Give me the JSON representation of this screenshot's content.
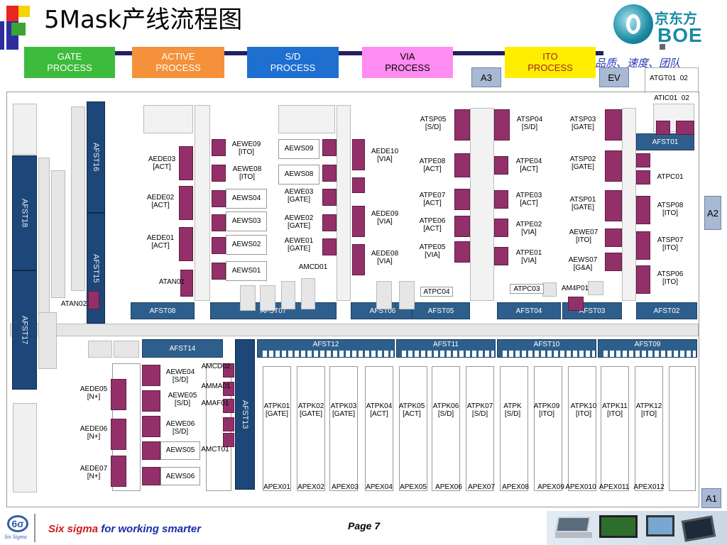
{
  "title": "5Mask产线流程图",
  "slogan": "品质、速度、团队",
  "logo": {
    "cn": "京东方",
    "en": "BOE"
  },
  "processes": [
    {
      "label": "GATE\nPROCESS",
      "color": "#3dbb3d"
    },
    {
      "label": "ACTIVE\nPROCESS",
      "color": "#f5913b"
    },
    {
      "label": "S/D\nPROCESS",
      "color": "#1f6fd1"
    },
    {
      "label": "VIA\nPROCESS",
      "color": "#ff8cf0"
    },
    {
      "label": "ITO\nPROCESS",
      "color": "#ffee00"
    }
  ],
  "tags": {
    "a3": "A3",
    "ev": "EV",
    "a2": "A2",
    "a1": "A1"
  },
  "vertical_stockers": {
    "afst16": "AFST16",
    "afst15": "AFST15",
    "afst18": "AFST18",
    "afst17": "AFST17",
    "afst13": "AFST13"
  },
  "horizontal_stockers": {
    "afst01": "AFST01",
    "afst08": "AFST08",
    "afst07": "AFST07",
    "afst06": "AFST06",
    "afst05": "AFST05",
    "afst04": "AFST04",
    "afst03": "AFST03",
    "afst02": "AFST02",
    "afst14": "AFST14",
    "afst12": "AFST12",
    "afst11": "AFST11",
    "afst10": "AFST10",
    "afst09": "AFST09"
  },
  "equipment": {
    "aede03": "AEDE03\n[ACT]",
    "aede02": "AEDE02\n[ACT]",
    "aede01": "AEDE01\n[ACT]",
    "atan01": "ATAN01",
    "atan02": "ATAN02",
    "aewe09": "AEWE09\n[ITO]",
    "aewe08": "AEWE08\n[ITO]",
    "aews04": "AEWS04",
    "aews03": "AEWS03",
    "aews02": "AEWS02",
    "aews01": "AEWS01",
    "aews09": "AEWS09",
    "aews08": "AEWS08",
    "aewe03": "AEWE03\n[GATE]",
    "aewe02": "AEWE02\n[GATE]",
    "aewe01": "AEWE01\n[GATE]",
    "amcd01": "AMCD01",
    "aede10": "AEDE10\n[VIA]",
    "aede09": "AEDE09\n[VIA]",
    "aede08": "AEDE08\n[VIA]",
    "atsp05": "ATSP05\n[S/D]",
    "atpe08": "ATPE08\n[ACT]",
    "atpe07": "ATPE07\n[ACT]",
    "atpe06": "ATPE06\n[ACT]",
    "atpe05": "ATPE05\n[VIA]",
    "atpc04": "ATPC04",
    "atsp04": "ATSP04\n[S/D]",
    "atpe04": "ATPE04\n[ACT]",
    "atpe03": "ATPE03\n[ACT]",
    "atpe02": "ATPE02\n[VIA]",
    "atpe01": "ATPE01\n[VIA]",
    "atpc03": "ATPC03",
    "atsp03": "ATSP03\n[GATE]",
    "atsp02": "ATSP02\n[GATE]",
    "atsp01": "ATSP01\n[GATE]",
    "aewe07": "AEWE07\n[ITO]",
    "aews07": "AEWS07\n[G&A]",
    "am4p01": "AM4P01",
    "atgt01": "ATGT01  02",
    "atic01": "ATIC01  02",
    "atpc01": "ATPC01",
    "atsp08": "ATSP08\n[ITO]",
    "atsp07": "ATSP07\n[ITO]",
    "atsp06": "ATSP06\n[ITO]",
    "aede05": "AEDE05\n[N+]",
    "aede06": "AEDE06\n[N+]",
    "aede07": "AEDE07\n[N+]",
    "aewe04": "AEWE04\n[S/D]",
    "aewe05": "AEWE05\n[S/D]",
    "aewe06": "AEWE06\n[S/D]",
    "aews05": "AEWS05",
    "aews06": "AEWS06",
    "amcd02": "AMCD02",
    "amma01": "AMMA01",
    "amaf01": "AMAF01",
    "amct01": "AMCT01"
  },
  "atpk": [
    {
      "label": "ATPK01\n[GATE]"
    },
    {
      "label": "ATPK02\n[GATE]"
    },
    {
      "label": "ATPK03\n[GATE]"
    },
    {
      "label": "ATPK04\n[ACT]"
    },
    {
      "label": "ATPK05\n[ACT]"
    },
    {
      "label": "ATPK06\n[S/D]"
    },
    {
      "label": "ATPK07\n[S/D]"
    },
    {
      "label": "ATPK\n[S/D]"
    },
    {
      "label": "ATPK09\n[ITO]"
    },
    {
      "label": "ATPK10\n[ITO]"
    },
    {
      "label": "ATPK11\n[ITO]"
    },
    {
      "label": "ATPK12\n[ITO]"
    }
  ],
  "apex": [
    "APEX01",
    "APEX02",
    "APEX03",
    "APEX04",
    "APEX05",
    "APEX06",
    "APEX07",
    "APEX08",
    "APEX09",
    "APEX010",
    "APEX011",
    "APEX012"
  ],
  "footer": {
    "six": "Six sigma",
    "rest": " for working smarter",
    "page": "Page 7",
    "logo_text": "Six Sigma"
  }
}
